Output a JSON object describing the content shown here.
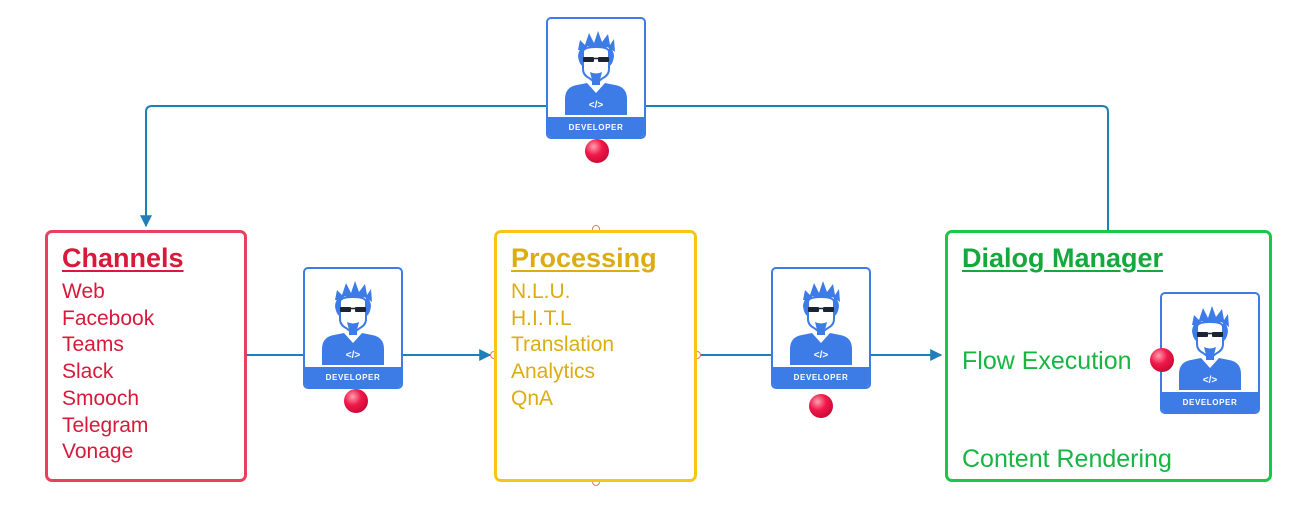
{
  "colors": {
    "channels": "#e8415e",
    "processing": "#f5c518",
    "dialog_manager": "#1ac74a",
    "connector": "#1f7fb8",
    "developer_card": "#3d7be6",
    "status_dot": "#e8103c"
  },
  "channels": {
    "title": "Channels",
    "items": [
      "Web",
      "Facebook",
      "Teams",
      "Slack",
      "Smooch",
      "Telegram",
      "Vonage"
    ]
  },
  "processing": {
    "title": "Processing",
    "items": [
      "N.L.U.",
      "H.I.T.L",
      "Translation",
      "Analytics",
      "QnA"
    ]
  },
  "dialog_manager": {
    "title": "Dialog Manager",
    "flow_execution": "Flow Execution",
    "content_rendering": "Content Rendering"
  },
  "developers": [
    {
      "id": "top",
      "label": "DEVELOPER",
      "icon": "developer-icon"
    },
    {
      "id": "left",
      "label": "DEVELOPER",
      "icon": "developer-icon"
    },
    {
      "id": "middle",
      "label": "DEVELOPER",
      "icon": "developer-icon"
    },
    {
      "id": "dialog",
      "label": "DEVELOPER",
      "icon": "developer-icon"
    }
  ]
}
